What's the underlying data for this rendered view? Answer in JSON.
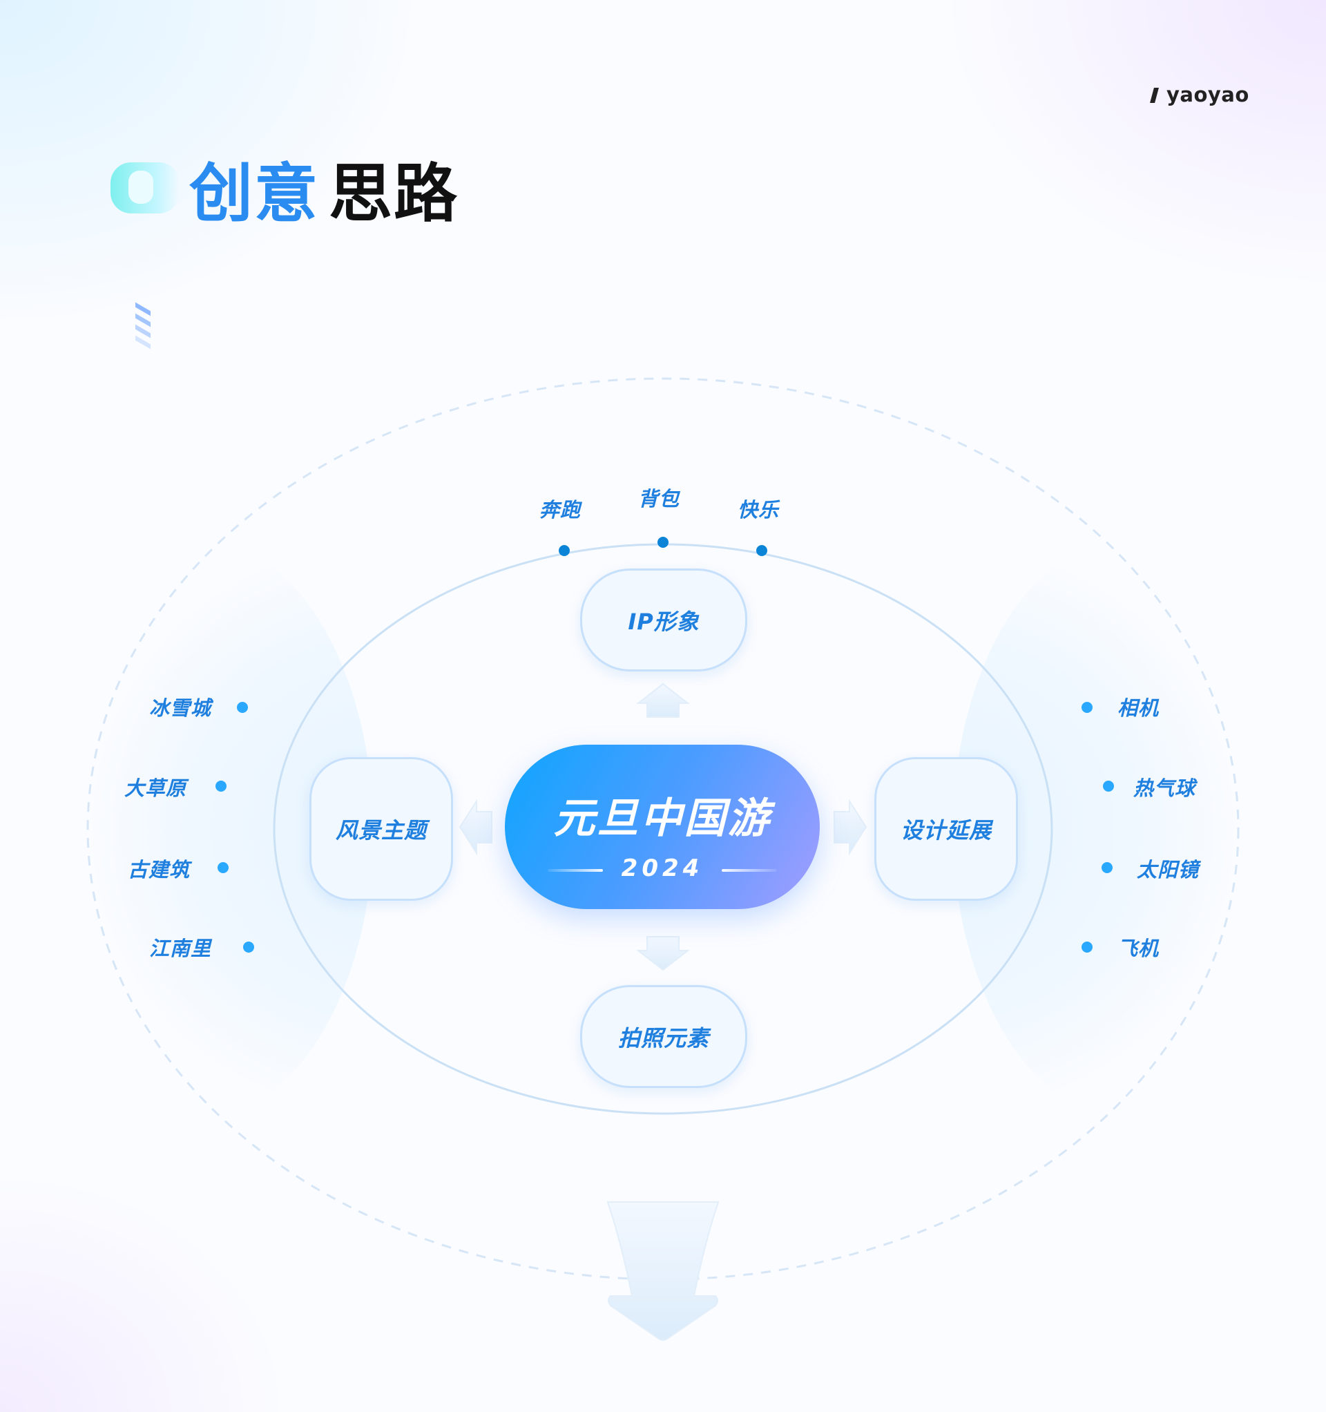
{
  "brand": {
    "name": "yaoyao"
  },
  "title": {
    "blue": "创意",
    "black": "思路"
  },
  "center": {
    "title": "元旦中国游",
    "year": "2024"
  },
  "nodes": {
    "ip": "IP形象",
    "photo": "拍照元素",
    "scenery": "风景主题",
    "design": "设计延展"
  },
  "ip_items": [
    "奔跑",
    "背包",
    "快乐"
  ],
  "scenery_items": [
    "冰雪城",
    "大草原",
    "古建筑",
    "江南里"
  ],
  "design_items": [
    "相机",
    "热气球",
    "太阳镜",
    "飞机"
  ],
  "colors": {
    "accent": "#1f7fde",
    "dot": "#0b84d8",
    "right_dot": "#2aa8ff"
  }
}
